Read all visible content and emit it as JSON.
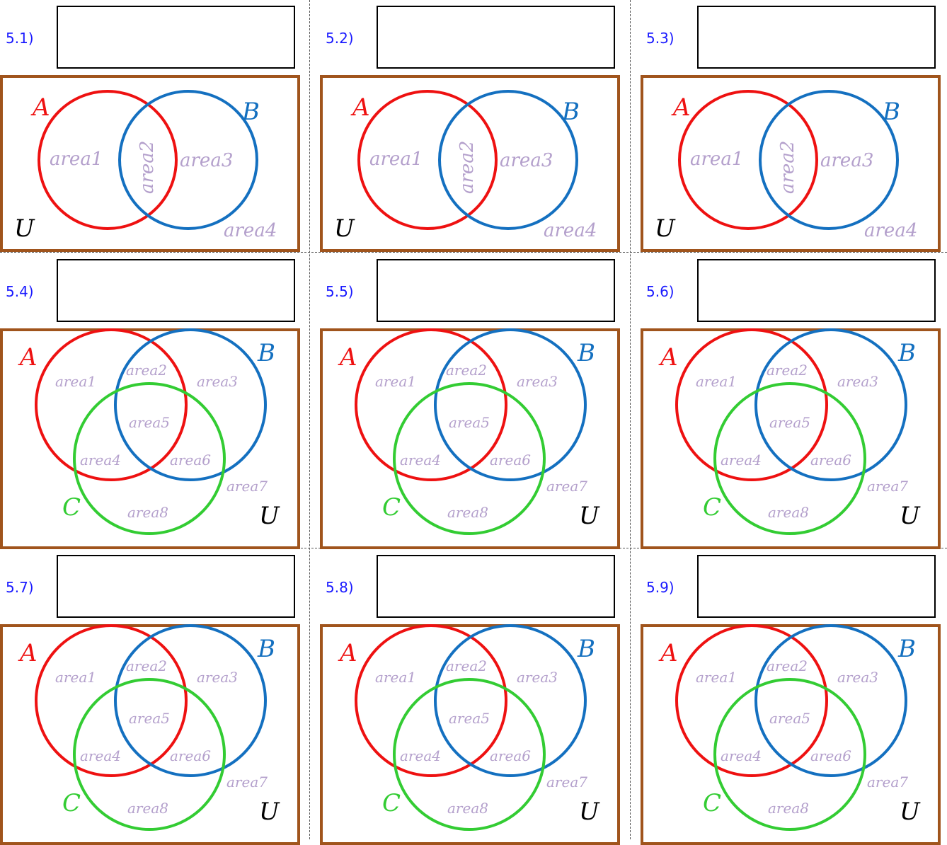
{
  "colors": {
    "frame": "#a0541c",
    "set_a": "#ee1111",
    "set_b": "#1470c0",
    "set_c": "#33cc33",
    "universe": "#000000",
    "area_text": "#b4a0cc",
    "question_label": "#1a1aff"
  },
  "sets": {
    "a": "A",
    "b": "B",
    "c": "C",
    "u": "U"
  },
  "two_set_areas": [
    "area1",
    "area2",
    "area3",
    "area4"
  ],
  "three_set_areas": [
    "area1",
    "area2",
    "area3",
    "area4",
    "area5",
    "area6",
    "area7",
    "area8"
  ],
  "questions": [
    {
      "label": "5.1)",
      "type": "two-set",
      "answer": ""
    },
    {
      "label": "5.2)",
      "type": "two-set",
      "answer": ""
    },
    {
      "label": "5.3)",
      "type": "two-set",
      "answer": ""
    },
    {
      "label": "5.4)",
      "type": "three-set",
      "answer": ""
    },
    {
      "label": "5.5)",
      "type": "three-set",
      "answer": ""
    },
    {
      "label": "5.6)",
      "type": "three-set",
      "answer": ""
    },
    {
      "label": "5.7)",
      "type": "three-set",
      "answer": ""
    },
    {
      "label": "5.8)",
      "type": "three-set",
      "answer": ""
    },
    {
      "label": "5.9)",
      "type": "three-set",
      "answer": ""
    }
  ]
}
